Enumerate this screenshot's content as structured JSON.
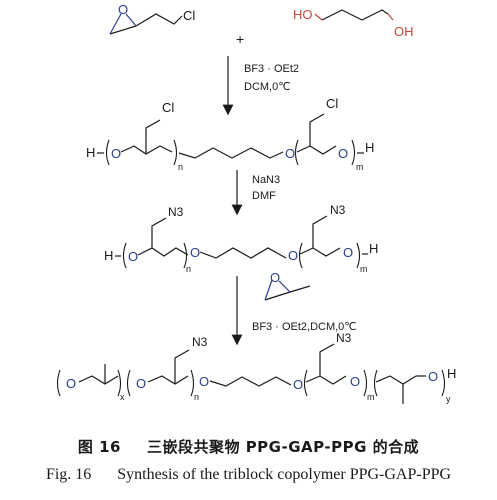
{
  "reagents": {
    "plus": "+",
    "epichlorohydrin": {
      "o": "O",
      "cl": "Cl"
    },
    "butanediol": {
      "oh_left": "HO",
      "oh_right": "OH"
    }
  },
  "steps": [
    {
      "line1": "BF3 · OEt2",
      "line2": "DCM,0℃"
    },
    {
      "line1": "NaN3",
      "line2": "DMF"
    },
    {
      "reagent_o": "O",
      "line1": "BF3 · OEt2,DCM,0℃"
    }
  ],
  "intermediate1": {
    "h_left": "H",
    "o": "O",
    "cl": "Cl",
    "n": "n",
    "m": "m",
    "h_right": "H"
  },
  "intermediate2": {
    "h_left": "H",
    "o": "O",
    "n3": "N3",
    "n": "n",
    "m": "m",
    "h_right": "H"
  },
  "product": {
    "o": "O",
    "n3": "N3",
    "x": "x",
    "n": "n",
    "m": "m",
    "y": "y",
    "h_right": "H"
  },
  "caption": {
    "cn_label": "图 16",
    "cn_text": "三嵌段共聚物 PPG-GAP-PPG 的合成",
    "en_label": "Fig. 16",
    "en_text": "Synthesis of the triblock copolymer PPG-GAP-PPG"
  }
}
